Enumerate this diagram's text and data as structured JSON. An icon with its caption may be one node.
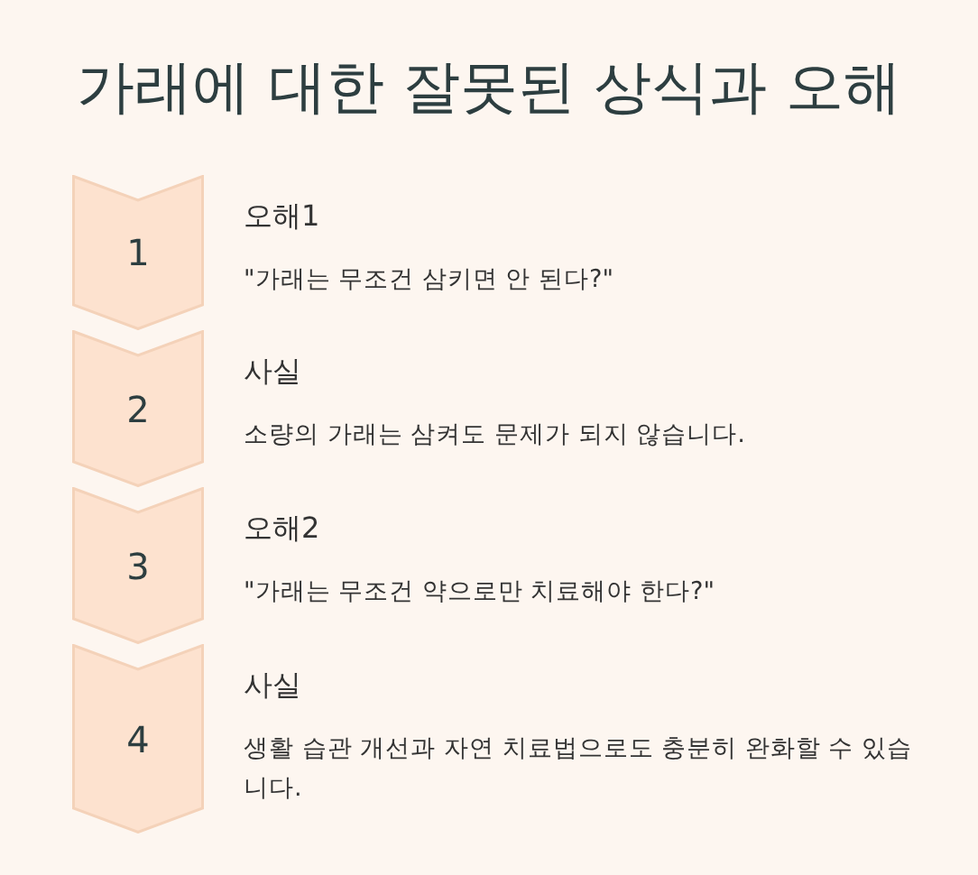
{
  "diagram": {
    "title": "가래에 대한 잘못된 상식과 오해",
    "nodes": [
      {
        "text": [
          "1"
        ],
        "beside": [
          "오해1",
          "\"가래는 무조건 삼키면 안 된다?\""
        ]
      },
      {
        "text": [
          "2"
        ],
        "beside": [
          "사실",
          "소량의 가래는 삼켜도 문제가 되지 않습니다."
        ]
      },
      {
        "text": [
          "3"
        ],
        "beside": [
          "오해2",
          "\"가래는 무조건 약으로만 치료해야 한다?\""
        ]
      },
      {
        "text": [
          "4"
        ],
        "beside": [
          "사실",
          "생활 습관 개선과 자연 치료법으로도 충분히 완화할 수 있습니다."
        ]
      }
    ]
  }
}
